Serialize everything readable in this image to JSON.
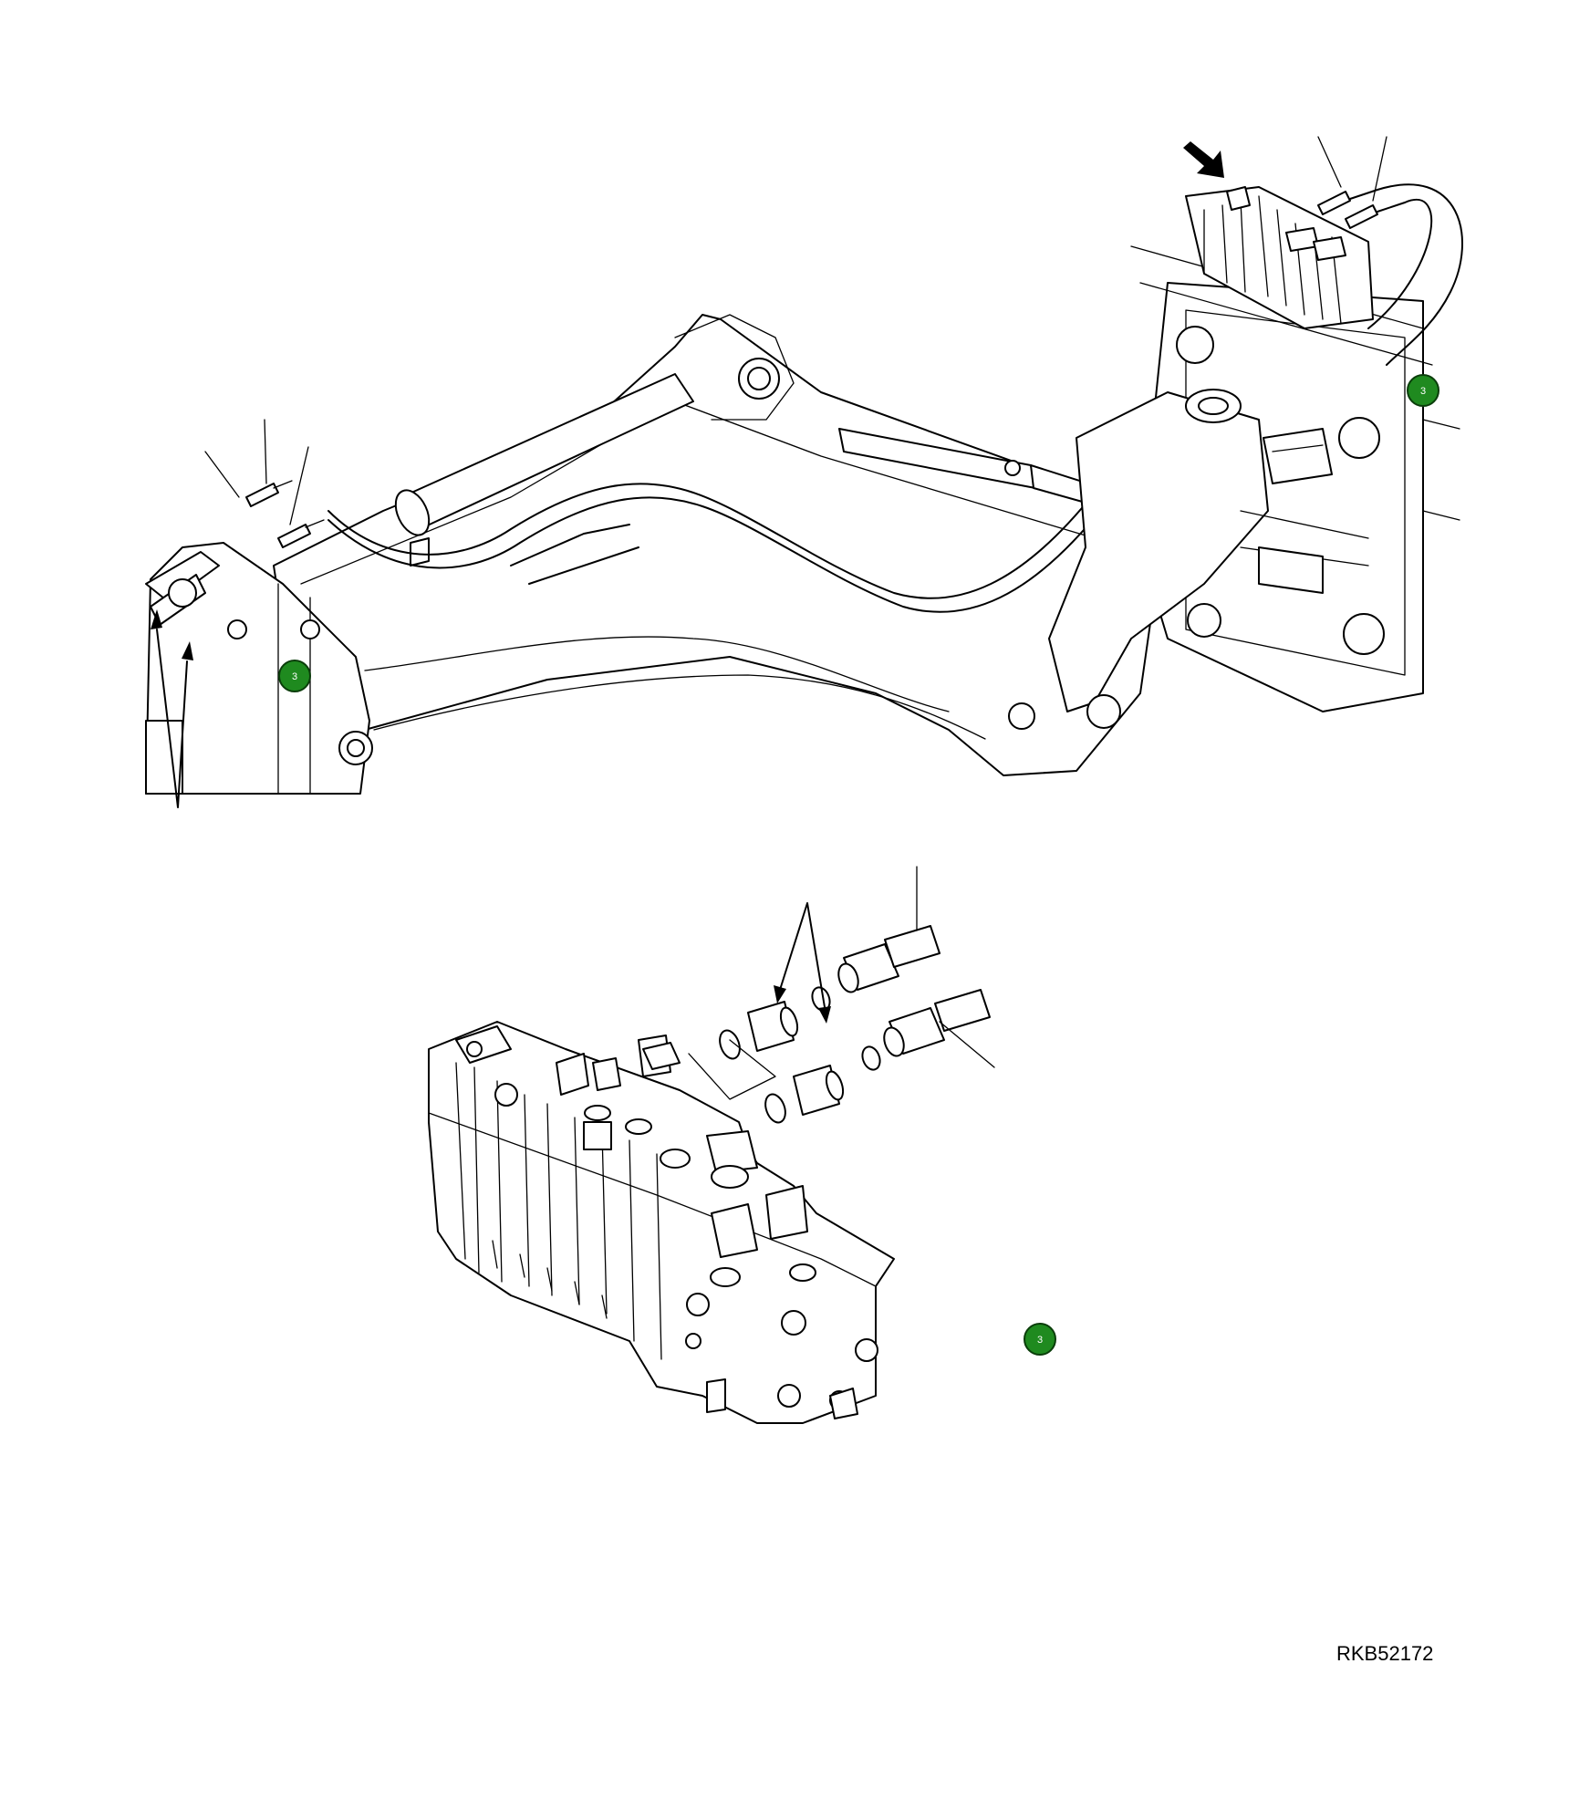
{
  "callouts": [
    {
      "label": "3",
      "color": "#1f8a1f"
    },
    {
      "label": "3",
      "color": "#1f8a1f"
    },
    {
      "label": "3",
      "color": "#1f8a1f"
    }
  ],
  "reference_code": "RKB52172",
  "icons": [
    "arrow-icon",
    "backhoe-boom-drawing",
    "control-valve-drawing",
    "coupler-drawing",
    "o-ring-drawing"
  ]
}
